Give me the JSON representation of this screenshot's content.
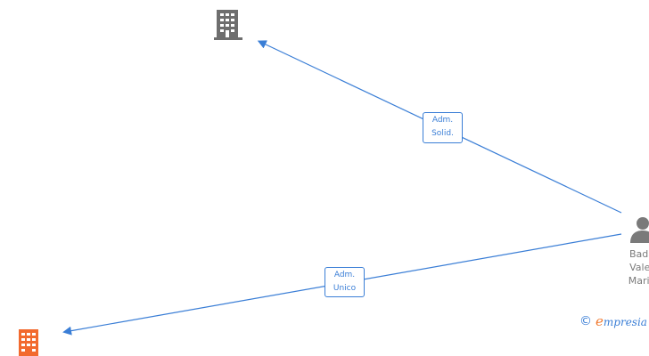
{
  "diagram": {
    "nodes": [
      {
        "id": "company-top",
        "kind": "company",
        "color": "#6e6e6e"
      },
      {
        "id": "company-bottom",
        "kind": "company",
        "color": "#f26a2e"
      },
      {
        "id": "person",
        "kind": "person",
        "color": "#7a7a7a",
        "name_lines": [
          "Bada",
          "Valer",
          "Maria"
        ]
      }
    ],
    "edges": [
      {
        "from": "person",
        "to": "company-top",
        "label_lines": [
          "Adm.",
          "Solid."
        ]
      },
      {
        "from": "person",
        "to": "company-bottom",
        "label_lines": [
          "Adm.",
          "Unico"
        ]
      }
    ],
    "edge_color": "#3a7ed6"
  },
  "watermark": {
    "copyright_symbol": "©",
    "brand_initial": "e",
    "brand_rest": "mpresia"
  }
}
